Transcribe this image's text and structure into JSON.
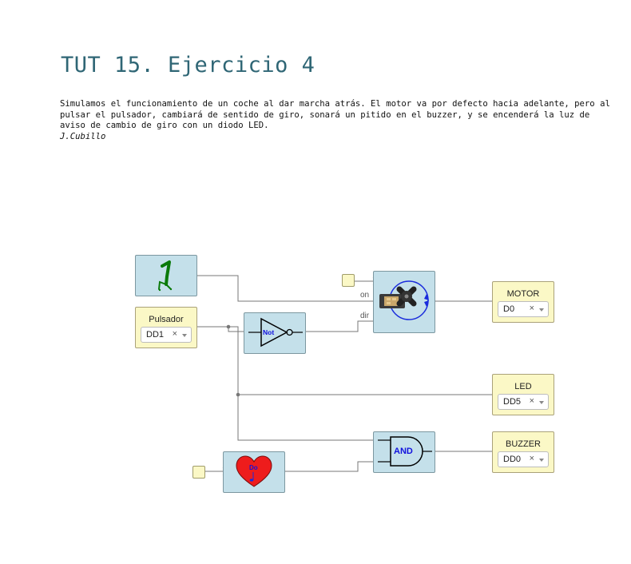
{
  "page": {
    "title": "TUT 15. Ejercicio 4",
    "description": "Simulamos el funcionamiento de un coche al dar marcha atrás. El motor va por defecto hacia adelante, pero al pulsar el pulsador, cambiará de sentido de giro, sonará un pitido en el buzzer, y se encenderá la luz de aviso de cambio de giro con un diodo LED.",
    "author": "J.Cubillo"
  },
  "diagram": {
    "inputs": {
      "pulsador": {
        "label": "Pulsador",
        "value": "DD1"
      }
    },
    "outputs": {
      "motor": {
        "label": "MOTOR",
        "value": "D0"
      },
      "led": {
        "label": "LED",
        "value": "DD5"
      },
      "buzzer": {
        "label": "BUZZER",
        "value": "DD0"
      }
    },
    "blocks": {
      "not_gate": {
        "label": "Not"
      },
      "and_gate": {
        "label": "AND"
      },
      "note": {
        "label": "Do"
      }
    },
    "ports": {
      "on": "on",
      "dir": "dir"
    },
    "clear_symbol": "×",
    "colors": {
      "block": "#c4e0ea",
      "io": "#fbf8c6",
      "wire": "#777777",
      "title": "#2f6675",
      "heart": "#ee1c1c",
      "gate_text": "#1111dd"
    }
  }
}
